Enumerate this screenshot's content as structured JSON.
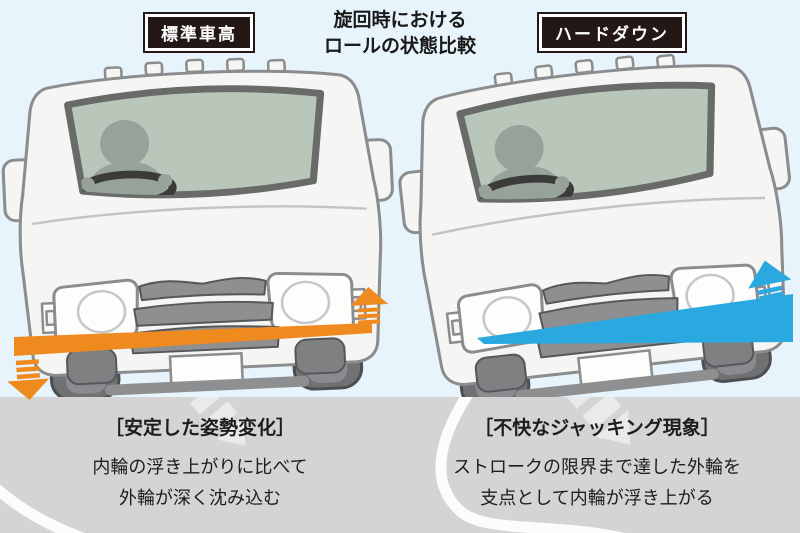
{
  "title": {
    "line1": "旋回時における",
    "line2": "ロールの状態比較"
  },
  "panels": {
    "left": {
      "badge": "標準車高",
      "caption_heading": "［安定した姿勢変化］",
      "caption_line1": "内輪の浮き上がりに比べて",
      "caption_line2": "外輪が深く沈み込む",
      "arrow_color": "#ef8a1f"
    },
    "right": {
      "badge": "ハードダウン",
      "caption_heading": "［不快なジャッキング現象］",
      "caption_line1": "ストロークの限界まで達した外輪を",
      "caption_line2": "支点として内輪が浮き上がる",
      "arrow_color": "#29a9e0"
    }
  },
  "colors": {
    "background_sky": "#e8f4fc",
    "road_gray": "#d4d4d5",
    "badge_background": "#231815",
    "accent_orange": "#ef8a1f",
    "accent_blue": "#29a9e0"
  }
}
